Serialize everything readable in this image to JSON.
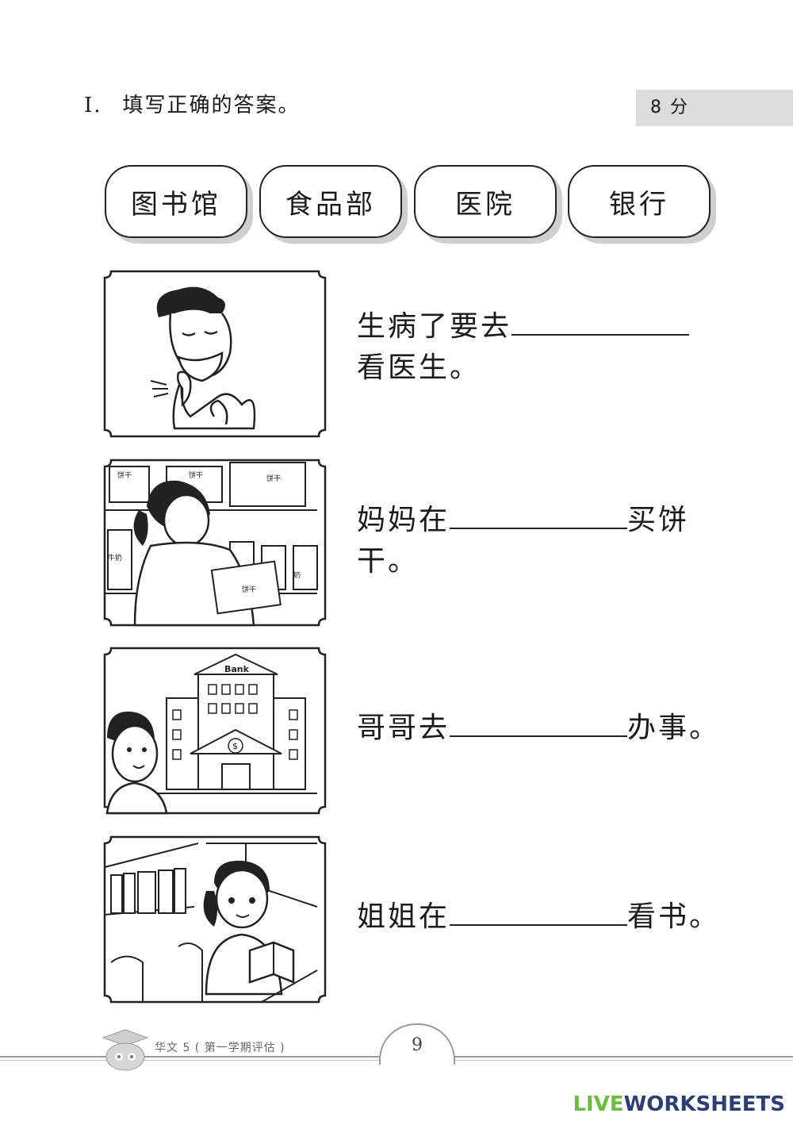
{
  "question": {
    "number": "I.",
    "instruction": "填写正确的答案。"
  },
  "score": "8 分",
  "word_bank": [
    "图书馆",
    "食品部",
    "医院",
    "银行"
  ],
  "items": [
    {
      "line1_before": "生病了要去",
      "line1_after": "",
      "line2": "看医生。"
    },
    {
      "line1_before": "妈妈在",
      "line1_after": "买饼",
      "line2": "干。"
    },
    {
      "line1_before": "哥哥去",
      "line1_after": "办事。",
      "line2": ""
    },
    {
      "line1_before": "姐姐在",
      "line1_after": "看书。",
      "line2": ""
    }
  ],
  "illustrations": {
    "store": {
      "label_biscuit": "饼干",
      "label_milk": "牛奶",
      "label_milk_short": "奶"
    },
    "bank": {
      "sign": "Bank",
      "symbol": "$"
    }
  },
  "footer": {
    "book": "华文 5 ( 第一学期评估 )",
    "page": "9"
  },
  "brand": {
    "live": "LIVE",
    "worksheets": "WORKSHEETS"
  }
}
